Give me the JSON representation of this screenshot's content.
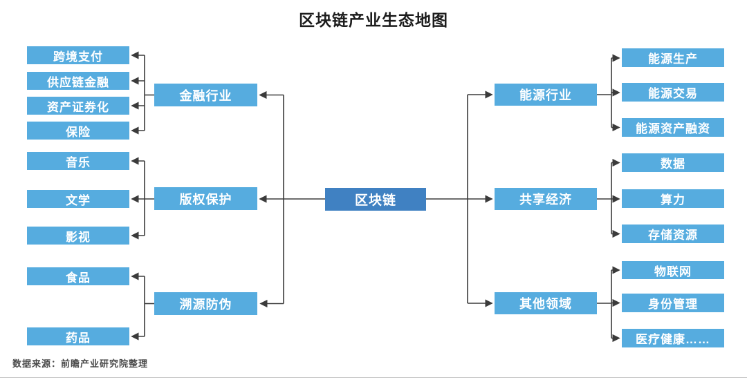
{
  "title": "区块链产业生态地图",
  "source": "数据来源：前瞻产业研究院整理",
  "colors": {
    "node": "#56ACDF",
    "center": "#4081C2",
    "line": "#3b3b3b"
  },
  "center": {
    "label": "区块链"
  },
  "left_groups": [
    {
      "label": "金融行业",
      "children": [
        "跨境支付",
        "供应链金融",
        "资产证券化",
        "保险"
      ]
    },
    {
      "label": "版权保护",
      "children": [
        "音乐",
        "文学",
        "影视"
      ]
    },
    {
      "label": "溯源防伪",
      "children": [
        "食品",
        "药品"
      ]
    }
  ],
  "right_groups": [
    {
      "label": "能源行业",
      "children": [
        "能源生产",
        "能源交易",
        "能源资产融资"
      ]
    },
    {
      "label": "共享经济",
      "children": [
        "数据",
        "算力",
        "存储资源"
      ]
    },
    {
      "label": "其他领域",
      "children": [
        "物联网",
        "身份管理",
        "医疗健康……"
      ]
    }
  ]
}
